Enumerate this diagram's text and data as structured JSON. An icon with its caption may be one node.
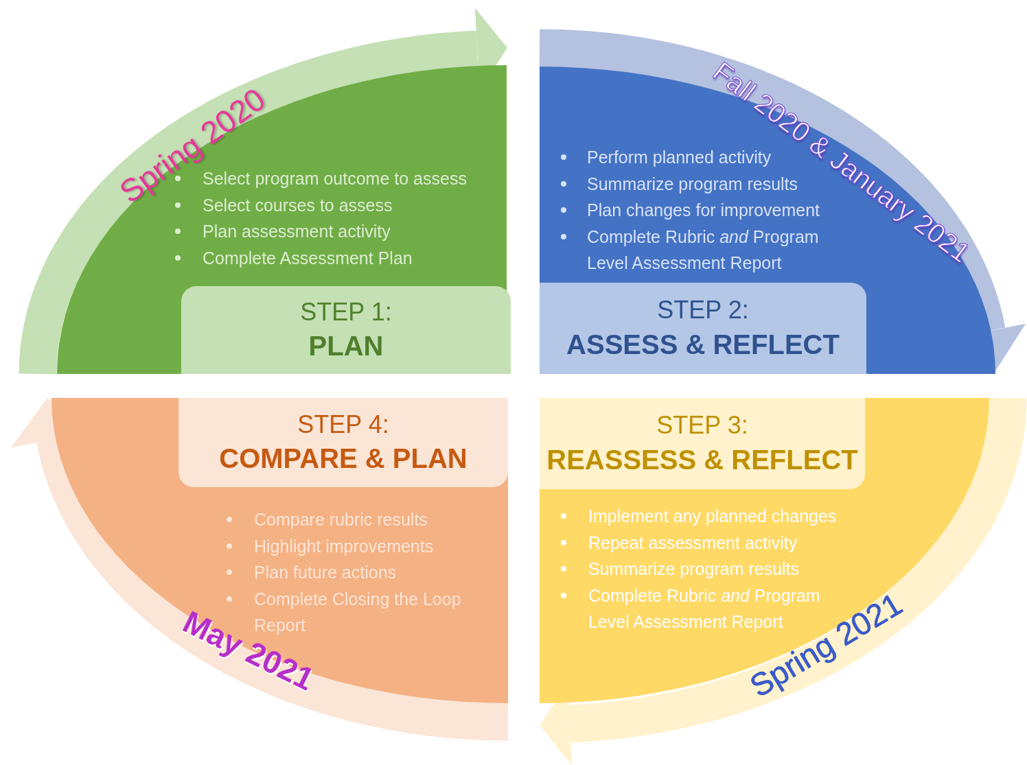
{
  "diagram": {
    "nodes": [
      {
        "text": [
          "Select program outcome to assess",
          "Select courses to assess",
          "Plan assessment activity",
          "Complete Assessment Plan"
        ]
      },
      {
        "text": [
          "STEP 1:",
          "PLAN"
        ],
        "in": 0
      },
      {
        "text": [
          "Perform planned activity",
          "Summarize program results",
          "Plan changes for improvement",
          "Complete Rubric *and* Program Level Assessment Report"
        ]
      },
      {
        "text": [
          "STEP 2:",
          "ASSESS & REFLECT"
        ],
        "in": 2
      },
      {
        "text": [
          "Implement any planned changes",
          "Repeat assessment activity",
          "Summarize program results",
          "Complete Rubric *and* Program Level Assessment Report"
        ]
      },
      {
        "text": [
          "STEP 3:",
          "REASSESS & REFLECT"
        ],
        "in": 4
      },
      {
        "text": [
          "Compare rubric results",
          "Highlight improvements",
          "Plan future actions",
          "Complete Closing the Loop Report"
        ]
      },
      {
        "text": [
          "STEP 4:",
          "COMPARE & PLAN"
        ],
        "in": 6
      }
    ],
    "labels": [
      "Spring 2020",
      "Fall 2020 & January 2021",
      "May 2021",
      "Spring 2021"
    ]
  }
}
